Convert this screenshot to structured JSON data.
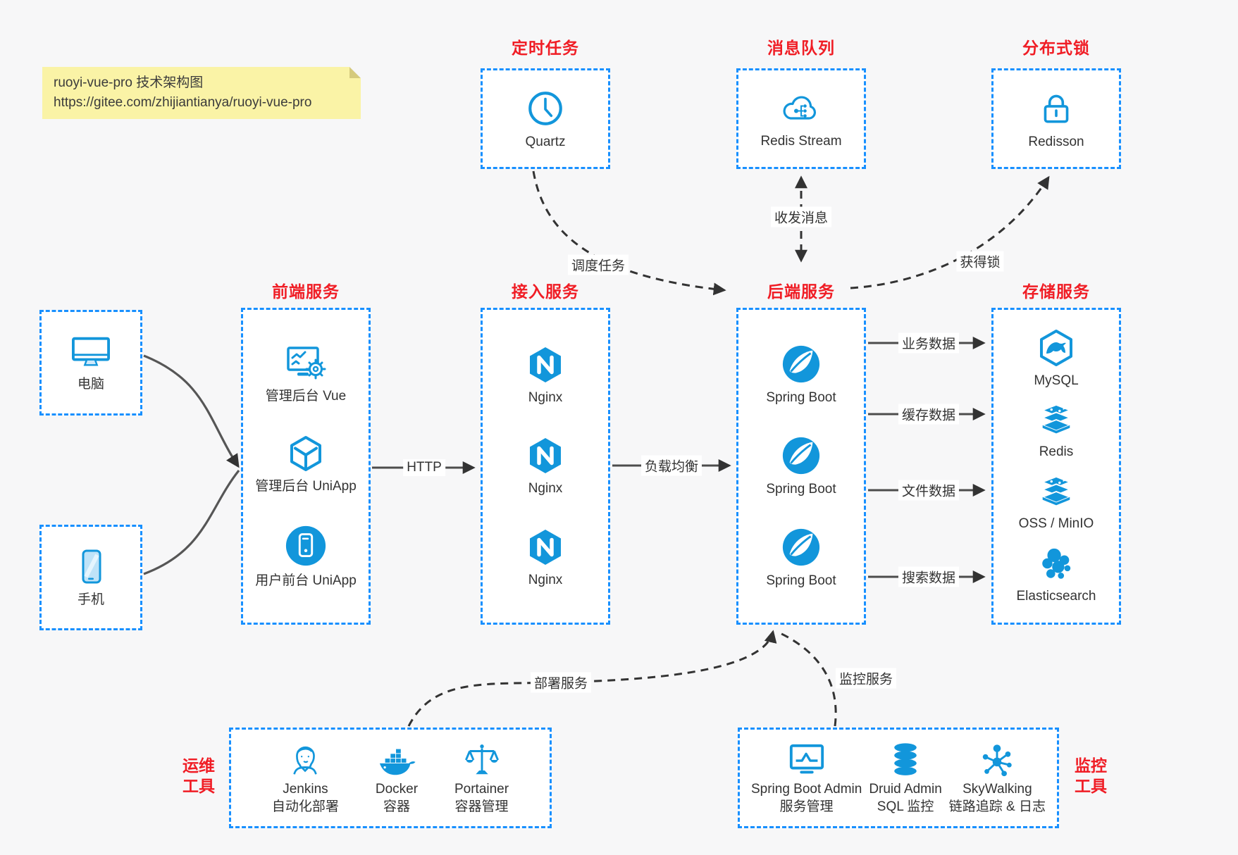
{
  "note": {
    "line1": "ruoyi-vue-pro 技术架构图",
    "line2": "https://gitee.com/zhijiantianya/ruoyi-vue-pro"
  },
  "colors": {
    "icon_blue": "#1296db",
    "border_blue": "#1890ff",
    "title_red": "#f01d25",
    "note_yellow": "#faf3a6",
    "arrow_dark": "#3f3f3f",
    "page_bg": "#f7f7f8"
  },
  "top_groups": [
    {
      "title": "定时任务",
      "item": {
        "icon": "clock-icon",
        "label": "Quartz"
      }
    },
    {
      "title": "消息队列",
      "item": {
        "icon": "cloud-stream-icon",
        "label": "Redis Stream"
      }
    },
    {
      "title": "分布式锁",
      "item": {
        "icon": "lock-icon",
        "label": "Redisson"
      }
    }
  ],
  "clients": [
    {
      "icon": "computer-icon",
      "label": "电脑"
    },
    {
      "icon": "phone-icon",
      "label": "手机"
    }
  ],
  "columns": [
    {
      "title": "前端服务",
      "items": [
        {
          "icon": "admin-vue-icon",
          "label": "管理后台 Vue"
        },
        {
          "icon": "uniapp-cube-icon",
          "label": "管理后台 UniApp"
        },
        {
          "icon": "user-app-icon",
          "label": "用户前台 UniApp"
        }
      ]
    },
    {
      "title": "接入服务",
      "items": [
        {
          "icon": "nginx-icon",
          "label": "Nginx"
        },
        {
          "icon": "nginx-icon",
          "label": "Nginx"
        },
        {
          "icon": "nginx-icon",
          "label": "Nginx"
        }
      ]
    },
    {
      "title": "后端服务",
      "items": [
        {
          "icon": "spring-icon",
          "label": "Spring Boot"
        },
        {
          "icon": "spring-icon",
          "label": "Spring Boot"
        },
        {
          "icon": "spring-icon",
          "label": "Spring Boot"
        }
      ]
    },
    {
      "title": "存储服务",
      "items": [
        {
          "icon": "mysql-icon",
          "label": "MySQL"
        },
        {
          "icon": "redis-icon",
          "label": "Redis"
        },
        {
          "icon": "oss-icon",
          "label": "OSS / MinIO"
        },
        {
          "icon": "elasticsearch-icon",
          "label": "Elasticsearch"
        }
      ]
    }
  ],
  "edges": {
    "http": "HTTP",
    "lb": "负载均衡",
    "data": [
      "业务数据",
      "缓存数据",
      "文件数据",
      "搜索数据"
    ],
    "schedule": "调度任务",
    "mq": "收发消息",
    "lock": "获得锁",
    "deploy": "部署服务",
    "monitor": "监控服务"
  },
  "bottom_groups": [
    {
      "title_lines": [
        "运维",
        "工具"
      ],
      "items": [
        {
          "icon": "jenkins-icon",
          "label": "Jenkins",
          "sub": "自动化部署"
        },
        {
          "icon": "docker-icon",
          "label": "Docker",
          "sub": "容器"
        },
        {
          "icon": "portainer-icon",
          "label": "Portainer",
          "sub": "容器管理"
        }
      ]
    },
    {
      "title_lines": [
        "监控",
        "工具"
      ],
      "items": [
        {
          "icon": "sba-icon",
          "label": "Spring Boot Admin",
          "sub": "服务管理"
        },
        {
          "icon": "druid-icon",
          "label": "Druid Admin",
          "sub": "SQL 监控"
        },
        {
          "icon": "skywalking-icon",
          "label": "SkyWalking",
          "sub": "链路追踪 & 日志"
        }
      ]
    }
  ]
}
